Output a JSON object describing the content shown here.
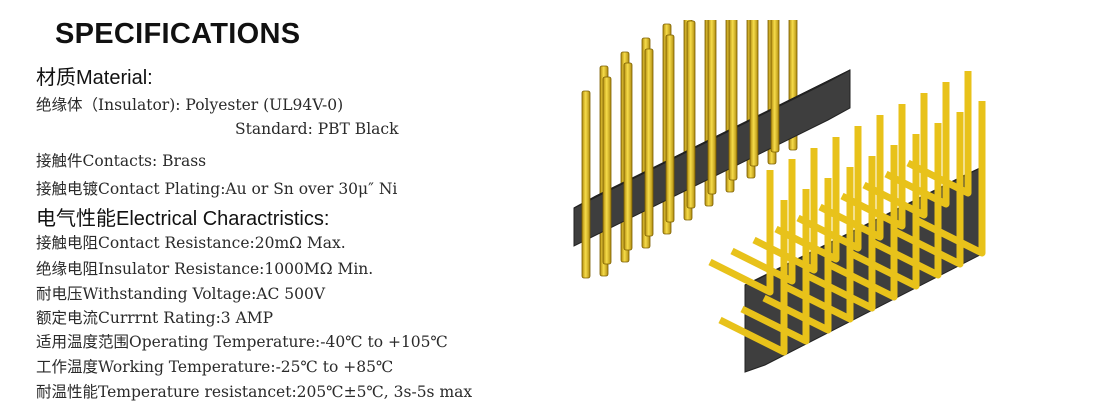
{
  "title": "SPECIFICATIONS",
  "material": {
    "heading": "材质Material:",
    "lines": [
      "绝缘体（Insulator): Polyester (UL94V-0)",
      "Standard: PBT Black",
      "接触件Contacts: Brass",
      "接触电镀Contact Plating:Au or Sn over 30μ″ Ni"
    ]
  },
  "electrical": {
    "heading": "电气性能Electrical Charactristics:",
    "lines": [
      "接触电阻Contact Resistance:20mΩ Max.",
      "绝缘电阻Insulator Resistance:1000MΩ Min.",
      "耐电压Withstanding Voltage:AC 500V",
      "额定电流Currrnt Rating:3 AMP",
      "适用温度范围Operating Temperature:-40℃ to +105℃",
      "工作温度Working Temperature:-25℃ to +85℃",
      "耐温性能Temperature resistancet:205℃±5℃, 3s-5s max"
    ]
  },
  "colors": {
    "pin_gold": "#e8c21a",
    "housing": "#4a4a4a"
  },
  "illustration": "pin-header-connectors-icon"
}
